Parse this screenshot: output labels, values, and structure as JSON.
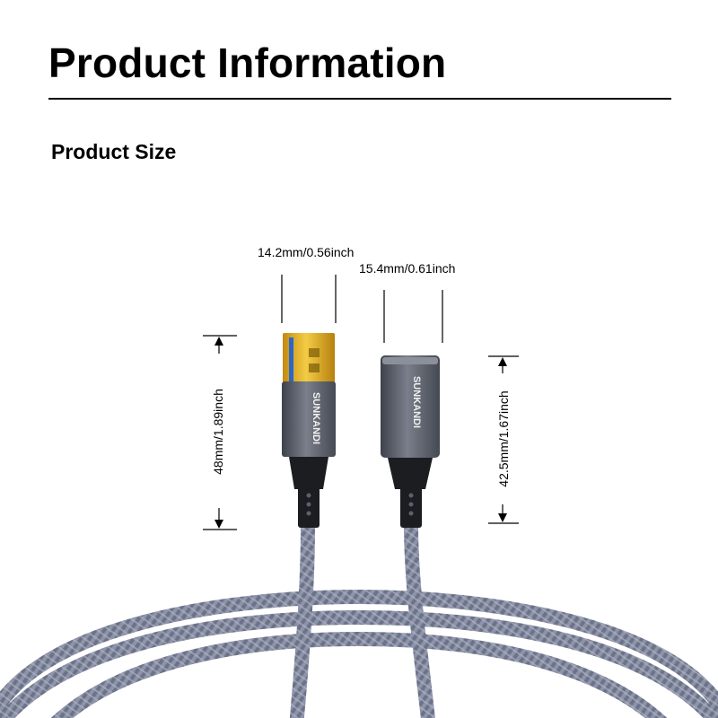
{
  "header": {
    "title": "Product Information",
    "section_title": "Product Size"
  },
  "dimensions": {
    "male_width": "14.2mm/0.56inch",
    "female_width": "15.4mm/0.61inch",
    "male_length": "48mm/1.89inch",
    "female_length": "42.5mm/1.67inch"
  },
  "product": {
    "brand_male": "SUNKANDI",
    "brand_female": "SUNKANDI"
  },
  "colors": {
    "text": "#000000",
    "housing": "#5f6470",
    "cable_braid": "#8d93a8",
    "usb_gold": "#e6b422",
    "usb_tab_blue": "#2a66c9"
  }
}
